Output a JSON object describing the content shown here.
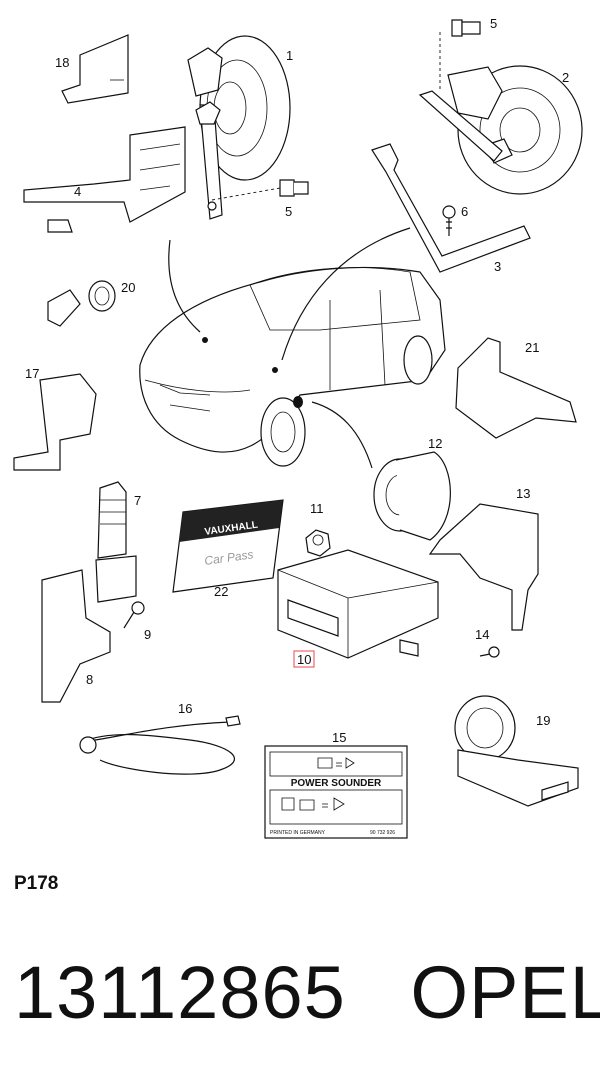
{
  "callouts": {
    "c1": "1",
    "c2": "2",
    "c3": "3",
    "c4": "4",
    "c5a": "5",
    "c5b": "5",
    "c6": "6",
    "c7": "7",
    "c8": "8",
    "c9": "9",
    "c10": "10",
    "c11": "11",
    "c12": "12",
    "c13": "13",
    "c14": "14",
    "c15": "15",
    "c16": "16",
    "c17": "17",
    "c18": "18",
    "c19": "19",
    "c20": "20",
    "c21": "21",
    "c22": "22"
  },
  "car_pass_card": {
    "brand": "VAUXHALL",
    "text": "Car Pass"
  },
  "power_sounder_label": {
    "title": "POWER SOUNDER",
    "footer_left": "PRINTED IN GERMANY",
    "footer_right": "90 732 926"
  },
  "page_code": "P178",
  "footer": {
    "part_number": "13112865",
    "brand": "OPEL"
  },
  "highlight_color": "#e5484d"
}
